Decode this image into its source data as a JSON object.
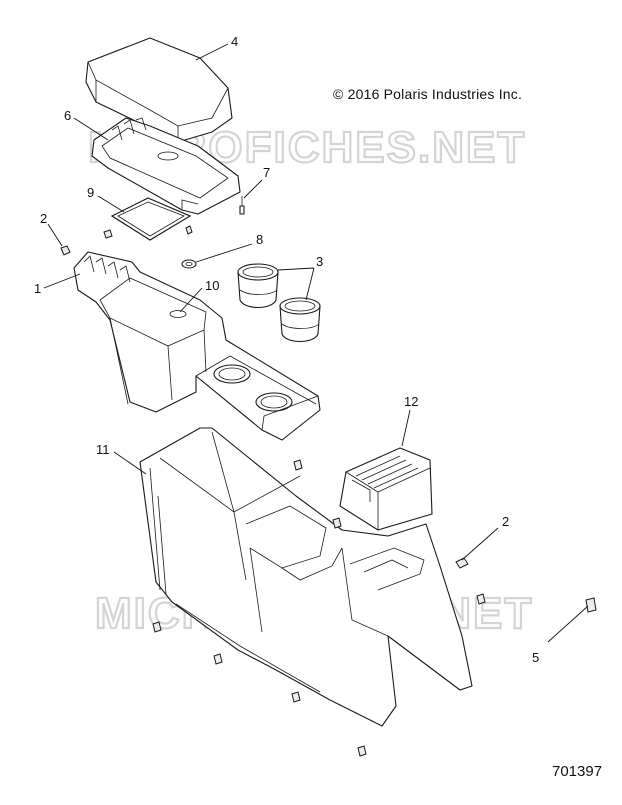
{
  "copyright": "© 2016 Polaris Industries Inc.",
  "diagram_id": "701397",
  "watermark": "MICROFICHES.NET",
  "callouts": [
    {
      "id": "c4",
      "label": "4"
    },
    {
      "id": "c6",
      "label": "6"
    },
    {
      "id": "c7",
      "label": "7"
    },
    {
      "id": "c9",
      "label": "9"
    },
    {
      "id": "c2a",
      "label": "2"
    },
    {
      "id": "c8",
      "label": "8"
    },
    {
      "id": "c3",
      "label": "3"
    },
    {
      "id": "c1",
      "label": "1"
    },
    {
      "id": "c10",
      "label": "10"
    },
    {
      "id": "c12",
      "label": "12"
    },
    {
      "id": "c11",
      "label": "11"
    },
    {
      "id": "c2b",
      "label": "2"
    },
    {
      "id": "c5",
      "label": "5"
    }
  ]
}
